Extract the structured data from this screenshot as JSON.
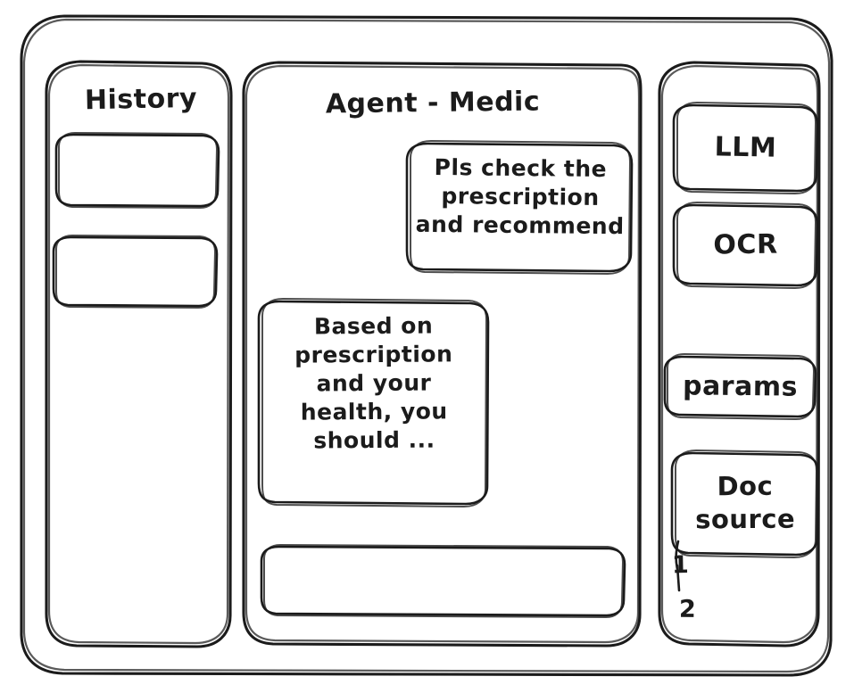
{
  "window": {
    "name": "agent-medic-wireframe"
  },
  "history_panel": {
    "title": "History",
    "items": [
      {
        "label": ""
      },
      {
        "label": ""
      }
    ]
  },
  "main_panel": {
    "title": "Agent - Medic",
    "messages": [
      {
        "role": "user",
        "text": "Pls check the\nprescription\nand recommend"
      },
      {
        "role": "assistant",
        "text": "Based on\nprescription\nand your\nhealth, you\nshould ..."
      }
    ],
    "composer": {
      "value": "",
      "placeholder": ""
    }
  },
  "tools_panel": {
    "chips": [
      {
        "label": "LLM"
      },
      {
        "label": "OCR"
      },
      {
        "label": "params"
      },
      {
        "label": "Doc\nsource"
      }
    ],
    "doc_source_items": [
      {
        "label": "1"
      },
      {
        "label": "2"
      }
    ]
  },
  "colors": {
    "ink": "#1b1b1b",
    "paper": "#ffffff"
  }
}
